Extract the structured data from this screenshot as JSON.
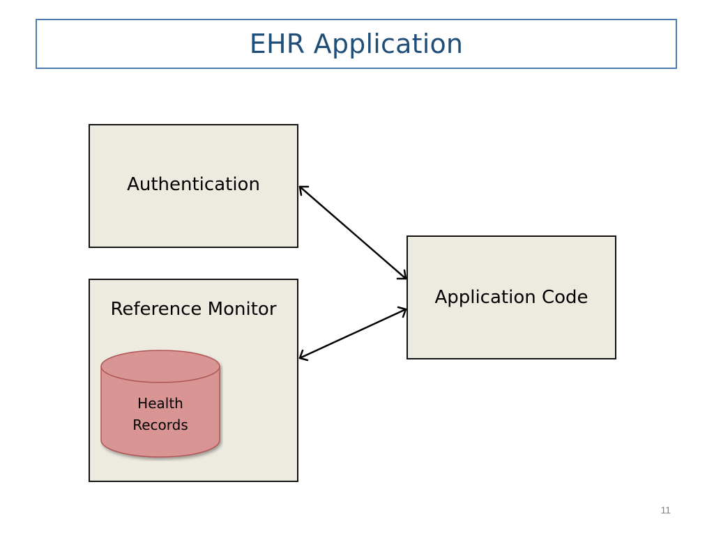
{
  "slide": {
    "title": "EHR Application",
    "page_number": "11"
  },
  "diagram": {
    "boxes": {
      "authentication": "Authentication",
      "reference_monitor": "Reference Monitor",
      "application_code": "Application Code"
    },
    "datastore": {
      "label_line1": "Health",
      "label_line2": "Records"
    },
    "connections": [
      {
        "from": "Authentication",
        "to": "Application Code",
        "direction": "bidirectional"
      },
      {
        "from": "Reference Monitor",
        "to": "Application Code",
        "direction": "bidirectional"
      }
    ]
  },
  "colors": {
    "title_text": "#1f4e79",
    "title_border": "#4a7ab0",
    "box_fill": "#edeae0",
    "datastore_fill": "#d99494",
    "datastore_stroke": "#b05555"
  }
}
